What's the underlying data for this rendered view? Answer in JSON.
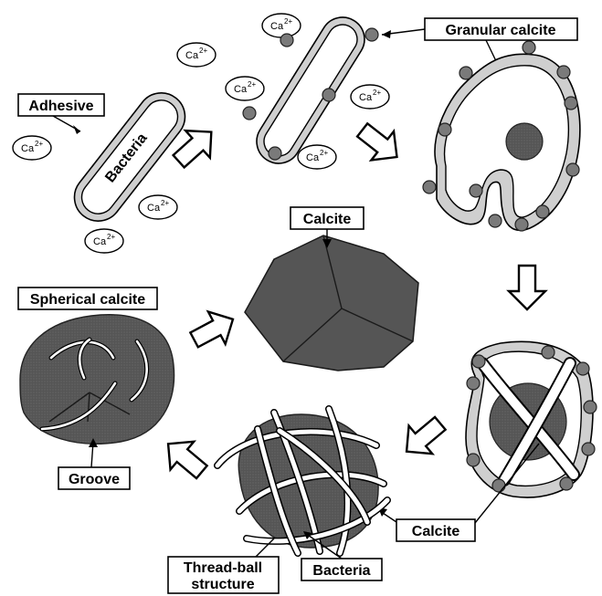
{
  "labels": {
    "adhesive": "Adhesive",
    "bacteria_body": "Bacteria",
    "granular_calcite": "Granular calcite",
    "calcite_top": "Calcite",
    "spherical_calcite": "Spherical calcite",
    "groove": "Groove",
    "calcite_bottom": "Calcite",
    "thread_ball_line1": "Thread-ball",
    "thread_ball_line2": "structure",
    "bacteria_bottom": "Bacteria"
  },
  "ions": {
    "base": "Ca",
    "charge": "2+"
  },
  "colors": {
    "crystal_fill": "#555555",
    "granule_fill": "#7a7a7a",
    "adhesive_coat": "#cfcfcf",
    "outline": "#000000"
  }
}
